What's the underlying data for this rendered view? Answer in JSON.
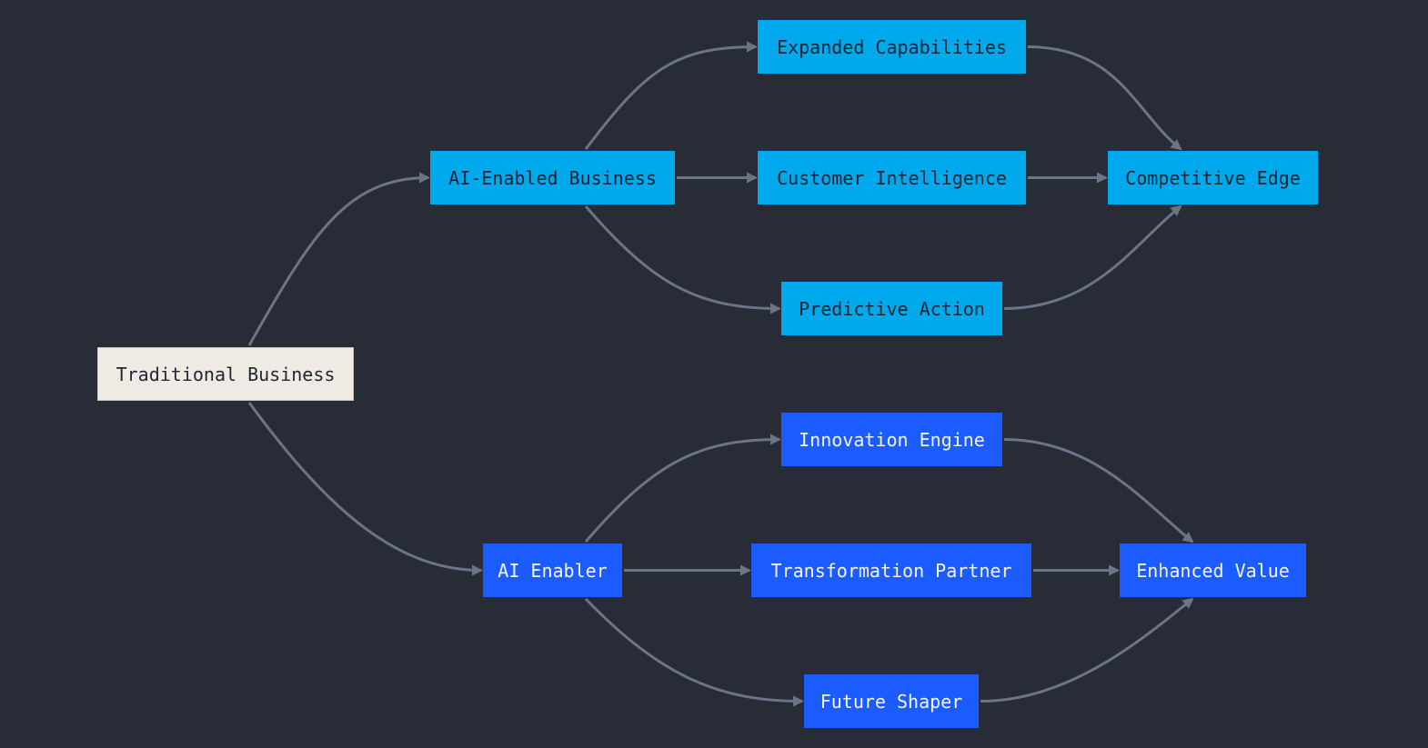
{
  "diagram": {
    "colors": {
      "background": "#282c36",
      "edge": "#6c7488",
      "root_fill": "#efebe4",
      "cyan_fill": "#00a8ec",
      "blue_fill": "#1c5cff"
    },
    "nodes": [
      {
        "id": "traditional",
        "label": "Traditional Business",
        "style": "root"
      },
      {
        "id": "ai_enabled",
        "label": "AI-Enabled Business",
        "style": "cyan"
      },
      {
        "id": "expanded",
        "label": "Expanded Capabilities",
        "style": "cyan"
      },
      {
        "id": "customer",
        "label": "Customer Intelligence",
        "style": "cyan"
      },
      {
        "id": "predictive",
        "label": "Predictive Action",
        "style": "cyan"
      },
      {
        "id": "competitive",
        "label": "Competitive Edge",
        "style": "cyan"
      },
      {
        "id": "ai_enabler",
        "label": "AI Enabler",
        "style": "blue"
      },
      {
        "id": "innovation",
        "label": "Innovation Engine",
        "style": "blue"
      },
      {
        "id": "transformation",
        "label": "Transformation Partner",
        "style": "blue"
      },
      {
        "id": "future",
        "label": "Future Shaper",
        "style": "blue"
      },
      {
        "id": "enhanced",
        "label": "Enhanced Value",
        "style": "blue"
      }
    ],
    "edges": [
      {
        "from": "traditional",
        "to": "ai_enabled"
      },
      {
        "from": "traditional",
        "to": "ai_enabler"
      },
      {
        "from": "ai_enabled",
        "to": "expanded"
      },
      {
        "from": "ai_enabled",
        "to": "customer"
      },
      {
        "from": "ai_enabled",
        "to": "predictive"
      },
      {
        "from": "expanded",
        "to": "competitive"
      },
      {
        "from": "customer",
        "to": "competitive"
      },
      {
        "from": "predictive",
        "to": "competitive"
      },
      {
        "from": "ai_enabler",
        "to": "innovation"
      },
      {
        "from": "ai_enabler",
        "to": "transformation"
      },
      {
        "from": "ai_enabler",
        "to": "future"
      },
      {
        "from": "innovation",
        "to": "enhanced"
      },
      {
        "from": "transformation",
        "to": "enhanced"
      },
      {
        "from": "future",
        "to": "enhanced"
      }
    ]
  }
}
